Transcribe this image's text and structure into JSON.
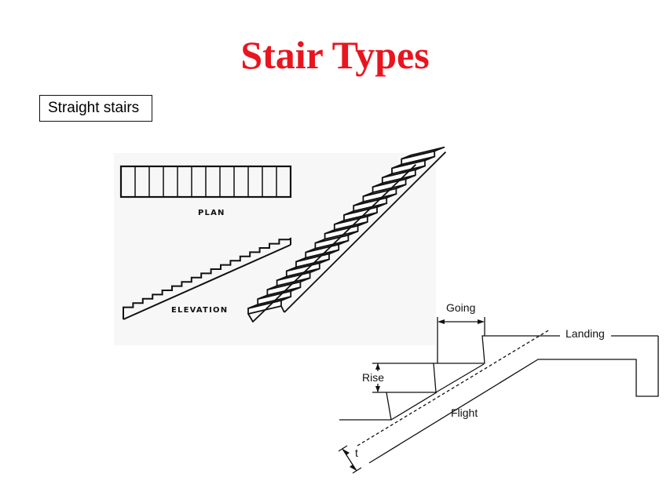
{
  "title": "Stair Types",
  "subtitle": "Straight stairs",
  "figure_labels": {
    "plan": "PLAN",
    "elevation": "ELEVATION"
  },
  "diagram_labels": {
    "going": "Going",
    "landing": "Landing",
    "rise": "Rise",
    "flight": "Flight",
    "thickness": "t"
  },
  "colors": {
    "title": "#e8151f",
    "line": "#111111"
  }
}
